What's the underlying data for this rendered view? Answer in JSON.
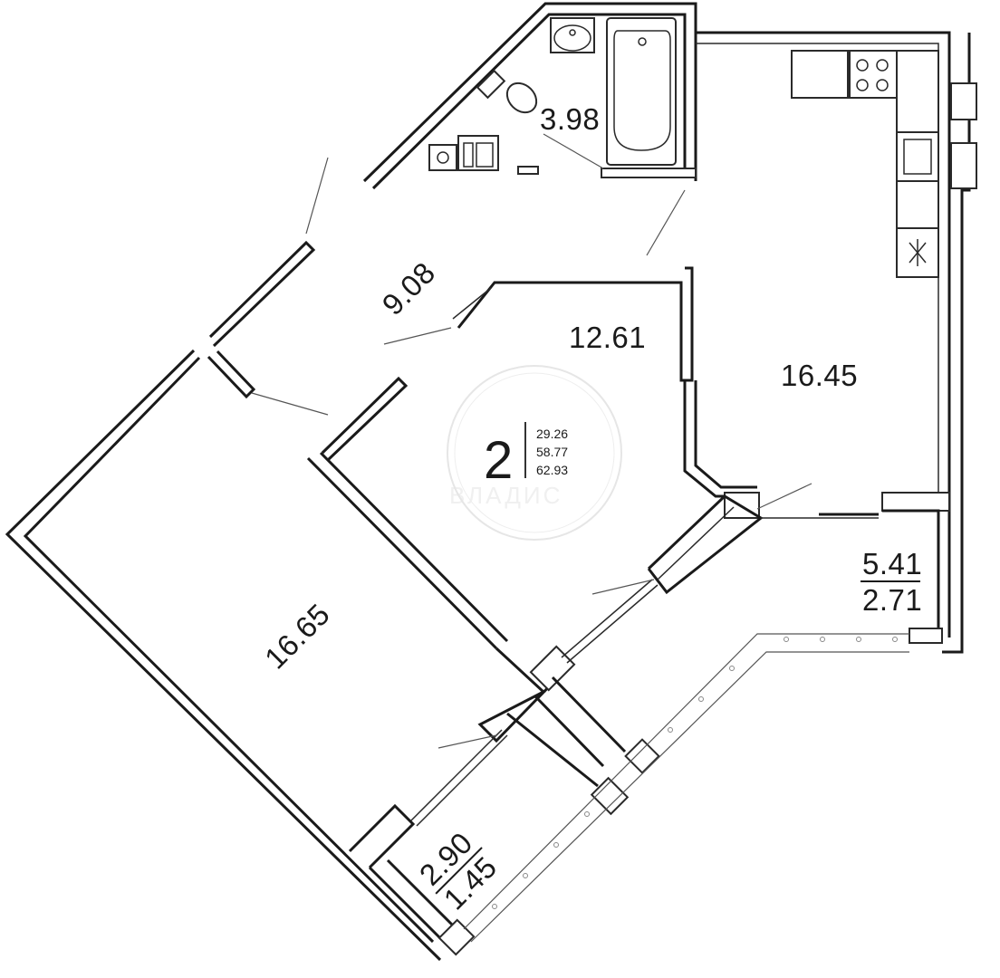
{
  "rooms": {
    "bathroom": {
      "area": "3.98"
    },
    "hallway": {
      "area": "9.08"
    },
    "room_center": {
      "area": "12.61"
    },
    "kitchen": {
      "area": "16.45"
    },
    "room_large": {
      "area": "16.65"
    },
    "loggia_right": {
      "area": "5.41",
      "reduced": "2.71"
    },
    "loggia_left": {
      "area": "2.90",
      "reduced": "1.45"
    }
  },
  "badge": {
    "rooms_count": "2",
    "living_area": "29.26",
    "total_area": "58.77",
    "total_with_balcony": "62.93"
  },
  "watermark": {
    "text": "ВЛАДИС"
  }
}
